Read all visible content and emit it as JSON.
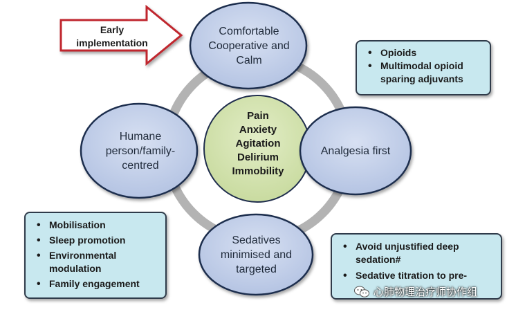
{
  "arrow": {
    "label": "Early\nimplementation"
  },
  "center": {
    "lines": [
      "Pain",
      "Anxiety",
      "Agitation",
      "Delirium",
      "Immobility"
    ]
  },
  "nodes": {
    "top": "Comfortable\nCooperative and\nCalm",
    "left": "Humane\nperson/family-\ncentred",
    "right": "Analgesia first",
    "bottom": "Sedatives\nminimised and\ntargeted"
  },
  "boxes": {
    "analgesia": [
      "Opioids",
      "Multimodal opioid sparing adjuvants"
    ],
    "humane": [
      "Mobilisation",
      "Sleep promotion",
      "Environmental modulation",
      "Family engagement"
    ],
    "sedation": [
      "Avoid unjustified deep sedation#",
      "Sedative titration to pre-"
    ]
  },
  "watermark": {
    "text": "心肺物理治疗师协作组",
    "icon": "wechat-icon"
  },
  "colors": {
    "ellipse_fill": "#c7d3ea",
    "ellipse_stroke": "#1f2d4d",
    "center_fill": "#d6e4b5",
    "ring": "#b3b3b3",
    "box_fill": "#c8e8ef",
    "arrow_stroke": "#c0272d"
  }
}
